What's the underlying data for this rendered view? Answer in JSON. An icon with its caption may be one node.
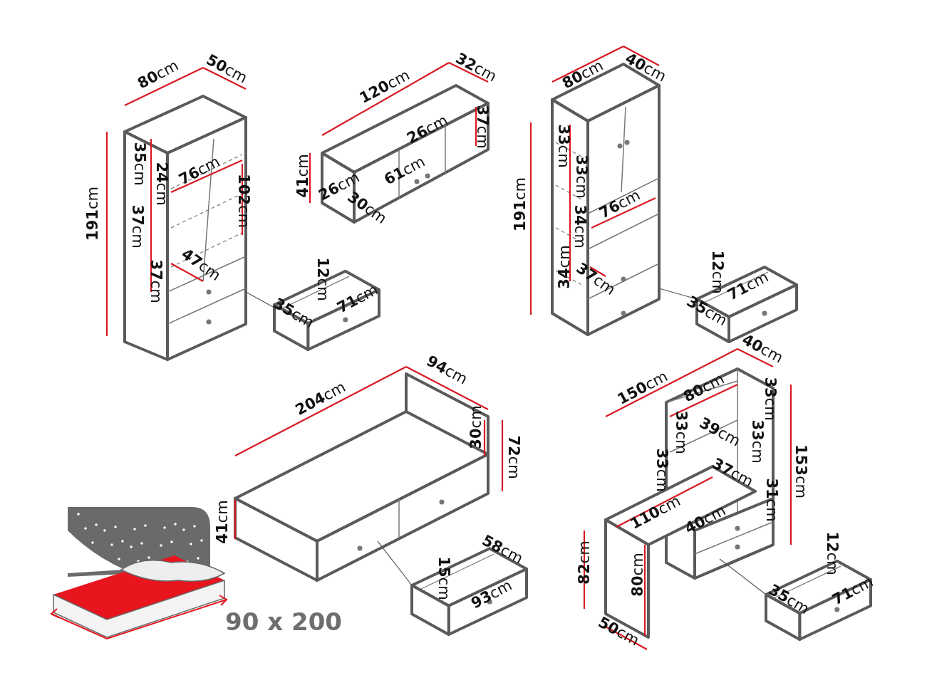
{
  "diagram": {
    "nodes": [
      {
        "text": [],
        "shape": "picture"
      },
      {
        "text": [],
        "shape": "picture"
      },
      {
        "text": [],
        "shape": "picture"
      },
      {
        "text": [],
        "shape": "picture"
      },
      {
        "text": [],
        "shape": "picture"
      },
      {
        "text": [],
        "shape": "picture"
      },
      {
        "text": [],
        "shape": "picture"
      },
      {
        "text": [],
        "shape": "picture"
      }
    ],
    "edges": [
      {
        "from": 0,
        "to": 1,
        "arrow": "none"
      },
      {
        "from": 2,
        "to": 3,
        "arrow": "none"
      },
      {
        "from": 4,
        "to": 5,
        "arrow": "none"
      },
      {
        "from": 6,
        "to": 7,
        "arrow": "none"
      }
    ],
    "labels": [
      "**80**cm",
      "**50**cm",
      "**191**cm",
      "**35**cm",
      "**76**cm",
      "**24**cm",
      "**102**cm",
      "**37**cm",
      "**47**cm",
      "**37**cm",
      "**12**cm",
      "**35**cm",
      "**71**cm",
      "**120**cm",
      "**32**cm",
      "**37**cm",
      "**26**cm",
      "**41**cm",
      "**26**cm",
      "**61**cm",
      "**30**cm",
      "**80**cm",
      "**40**cm",
      "**191**cm",
      "**33**cm",
      "**33**cm",
      "**76**cm",
      "**34**cm",
      "**34**cm",
      "**37**cm",
      "**12**cm",
      "**71**cm",
      "**35**cm",
      "**204**cm",
      "**94**cm",
      "**30**cm",
      "**72**cm",
      "**41**cm",
      "90 x 200",
      "**58**cm",
      "**15**cm",
      "**93**cm",
      "**40**cm",
      "**150**cm",
      "**80**cm",
      "**33**cm",
      "**33**cm",
      "**39**cm",
      "**33**cm",
      "**33**cm",
      "**37**cm",
      "**153**cm",
      "**110**cm",
      "**40**cm",
      "**31**cm",
      "**82**cm",
      "**80**cm",
      "**50**cm",
      "**12**cm",
      "**35**cm",
      "**71**cm"
    ]
  }
}
